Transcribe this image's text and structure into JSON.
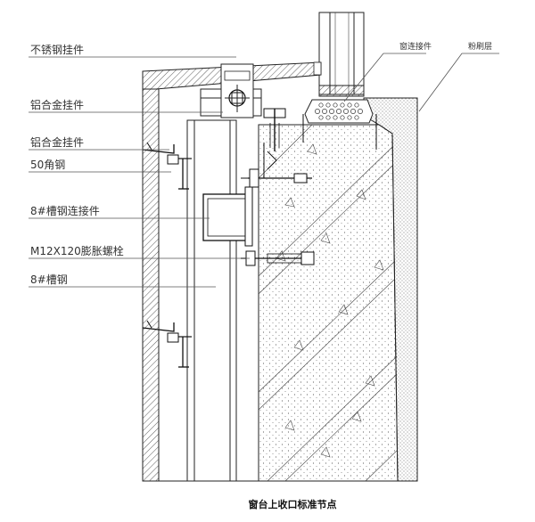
{
  "labels": {
    "stainless_hanger": "不锈钢挂件",
    "alu_hanger_1": "铝合金挂件",
    "alu_hanger_2": "铝合金挂件",
    "angle_steel": "50角钢",
    "channel_connector": "8#槽钢连接件",
    "anchor_bolt": "M12X120膨胀螺栓",
    "channel_steel": "8#槽钢",
    "window_connector": "窗连接件",
    "plaster_layer": "粉刷层"
  },
  "title": "窗台上收口标准节点"
}
